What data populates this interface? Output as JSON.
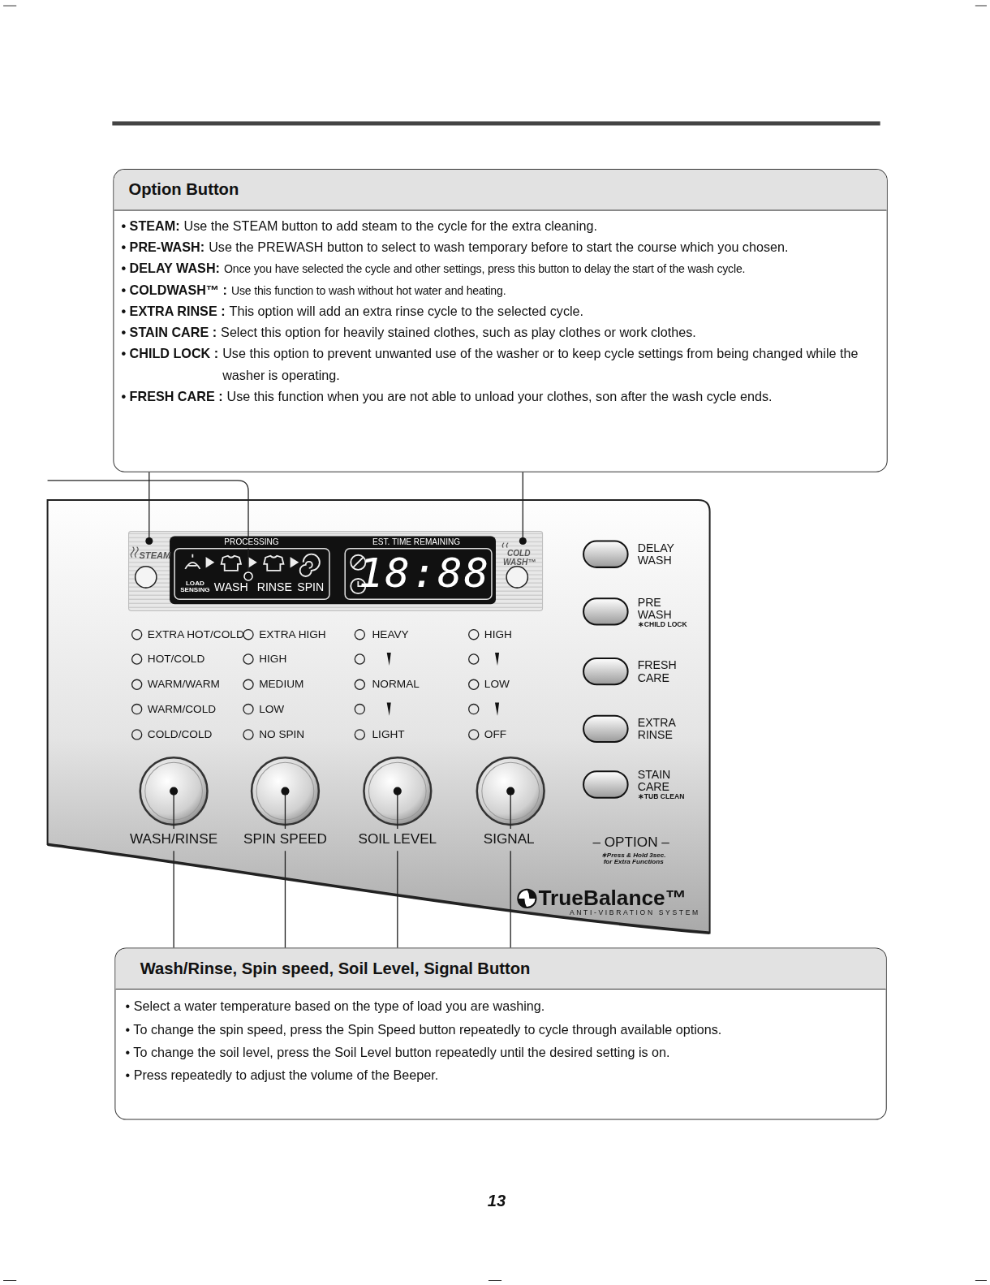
{
  "diagram": {
    "nodes": [
      {
        "text": [
          "Option Button",
          "• STEAM:",
          "Use the STEAM button to add steam to the cycle for the extra cleaning.",
          "• PRE-WASH:",
          "Use the PREWASH button to select to wash temporary before to start the course which you chosen.",
          "• DELAY WASH:",
          "Once you have selected the cycle and other settings, press this button to delay the start of the wash cycle.",
          "• COLDWASH™ :",
          "Use this function to wash without hot water and heating.",
          "• EXTRA RINSE :",
          "This option will add an extra rinse cycle to the selected cycle.",
          "• STAIN CARE :",
          "Select this option for heavily stained clothes, such as play clothes or work clothes.",
          "• CHILD LOCK :",
          "Use this option to prevent unwanted use of the washer or to keep cycle settings from being changed while the washer is operating.",
          "• FRESH CARE :",
          "Use this function when you are not able to unload your clothes, son after the wash cycle ends."
        ]
      },
      {
        "text": [
          "Wash/Rinse, Spin speed, Soil Level, Signal Button",
          "• Select a water temperature based on the type of load you are washing.",
          "• To change the spin speed, press the Spin Speed button repeatedly to cycle through available options.",
          "• To change the soil level, press the Soil Level button repeatedly until the desired setting is on.",
          "• Press repeatedly to adjust the volume of the Beeper."
        ]
      }
    ],
    "labels": [
      "PROCESSING",
      "EST. TIME REMAINING",
      "STEAM",
      "COLD WASH™",
      "LOAD SENSING",
      "WASH",
      "RINSE",
      "SPIN",
      "18:88",
      "EXTRA HOT/COLD",
      "HOT/COLD",
      "WARM/WARM",
      "WARM/COLD",
      "COLD/COLD",
      "EXTRA HIGH",
      "HIGH",
      "MEDIUM",
      "LOW",
      "NO SPIN",
      "HEAVY",
      "NORMAL",
      "LIGHT",
      "HIGH",
      "LOW",
      "OFF",
      "WASH/RINSE",
      "SPIN SPEED",
      "SOIL LEVEL",
      "SIGNAL",
      "DELAY WASH",
      "PRE WASH",
      "∗CHILD LOCK",
      "FRESH CARE",
      "EXTRA RINSE",
      "STAIN CARE",
      "∗TUB CLEAN",
      "– OPTION –",
      "∗Press & Hold 3sec. for Extra Functions",
      "TrueBalance™",
      "ANTI-VIBRATION SYSTEM",
      "13"
    ]
  }
}
